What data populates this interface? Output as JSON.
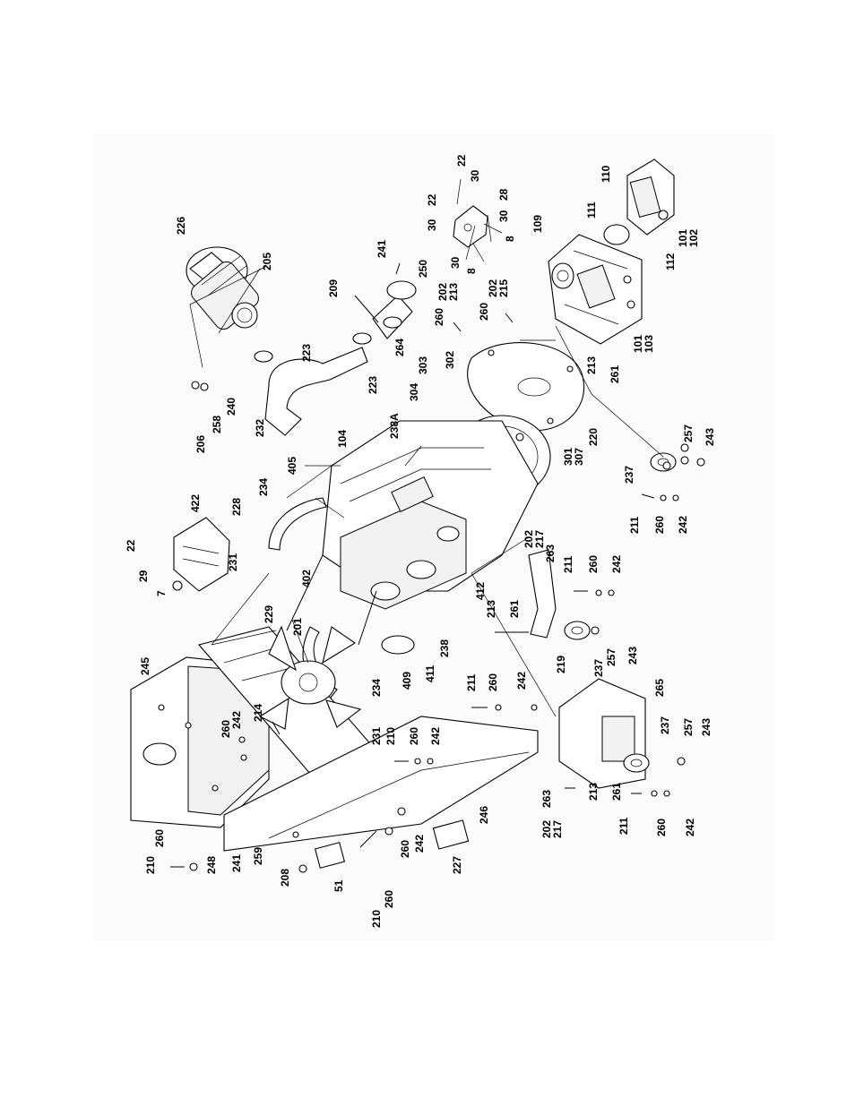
{
  "callouts": {
    "c22a": "22",
    "c30a": "30",
    "c22b": "22",
    "c28": "28",
    "c30b": "30",
    "c30c": "30",
    "c8a": "8",
    "c30d": "30",
    "c8b": "8",
    "c110": "110",
    "c111": "111",
    "c109": "109",
    "c101a": "101",
    "c102": "102",
    "c112": "112",
    "c226": "226",
    "c205": "205",
    "c241a": "241",
    "c250": "250",
    "c209": "209",
    "c202a": "202",
    "c213a": "213",
    "c202b": "202",
    "c215": "215",
    "c260a": "260",
    "c260b": "260",
    "c264": "264",
    "c223a": "223",
    "c223b": "223",
    "c302": "302",
    "c303": "303",
    "c304": "304",
    "c213b": "213",
    "c261a": "261",
    "c101b": "101",
    "c103": "103",
    "c206": "206",
    "c258": "258",
    "c240": "240",
    "c232": "232",
    "c104": "104",
    "c238a": "238A",
    "c301": "301",
    "c307": "307",
    "c220": "220",
    "c257a": "257",
    "c243a": "243",
    "c237a": "237",
    "c211a": "211",
    "c260c": "260",
    "c242a": "242",
    "c405": "405",
    "c422": "422",
    "c234a": "234",
    "c228": "228",
    "c22c": "22",
    "c29": "29",
    "c7": "7",
    "c231a": "231",
    "c402": "402",
    "c202c": "202",
    "c217a": "217",
    "c263a": "263",
    "c211b": "211",
    "c260d": "260",
    "c242b": "242",
    "c412": "412",
    "c213c": "213",
    "c261b": "261",
    "c219": "219",
    "c237b": "237",
    "c257b": "257",
    "c243b": "243",
    "c229": "229",
    "c201": "201",
    "c238": "238",
    "c411": "411",
    "c409": "409",
    "c245": "245",
    "c234b": "234",
    "c231b": "231",
    "c214": "214",
    "c242c": "242",
    "c260e": "260",
    "c211c": "211",
    "c260f": "260",
    "c242d": "242",
    "c265": "265",
    "c210a": "210",
    "c260g": "260",
    "c242e": "242",
    "c237c": "237",
    "c257c": "257",
    "c243c": "243",
    "c213d": "213",
    "c261c": "261",
    "c202d": "202",
    "c217b": "217",
    "c263b": "263",
    "c211d": "211",
    "c260h": "260",
    "c242f": "242",
    "c246": "246",
    "c248": "248",
    "c241b": "241",
    "c259": "259",
    "c208": "208",
    "c51": "51",
    "c210b": "210",
    "c260i": "260",
    "c260j": "260",
    "c242g": "242",
    "c227": "227",
    "c210c": "210",
    "c260k": "260"
  }
}
